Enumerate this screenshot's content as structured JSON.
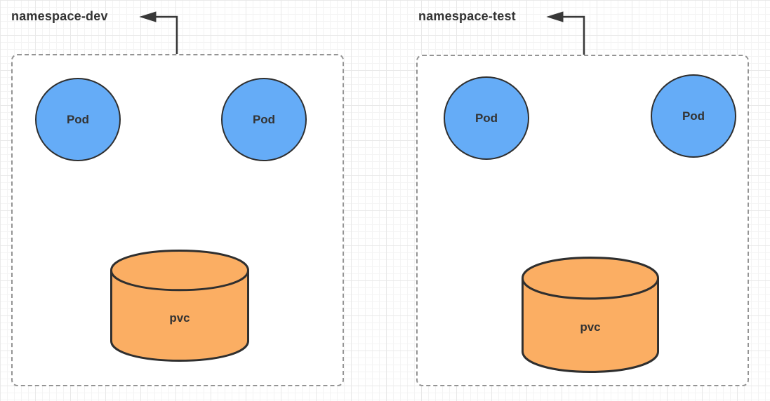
{
  "namespaces": [
    {
      "label": "namespace-dev",
      "pods": [
        {
          "label": "Pod"
        },
        {
          "label": "Pod"
        }
      ],
      "pvc": {
        "label": "pvc"
      }
    },
    {
      "label": "namespace-test",
      "pods": [
        {
          "label": "Pod"
        },
        {
          "label": "Pod"
        }
      ],
      "pvc": {
        "label": "pvc"
      }
    }
  ],
  "icons": {
    "arrow": "left-pointing-callout-arrow"
  },
  "colors": {
    "pod_fill": "#65ACF7",
    "pod_stroke": "#2F2F2F",
    "pvc_fill": "#FBAE63",
    "pvc_stroke": "#2F2F2F",
    "container_border": "#949494",
    "arrow": "#383838",
    "label_text": "#333333",
    "grid_minor": "#f4f4f4",
    "grid_major": "#e9e9e9"
  }
}
